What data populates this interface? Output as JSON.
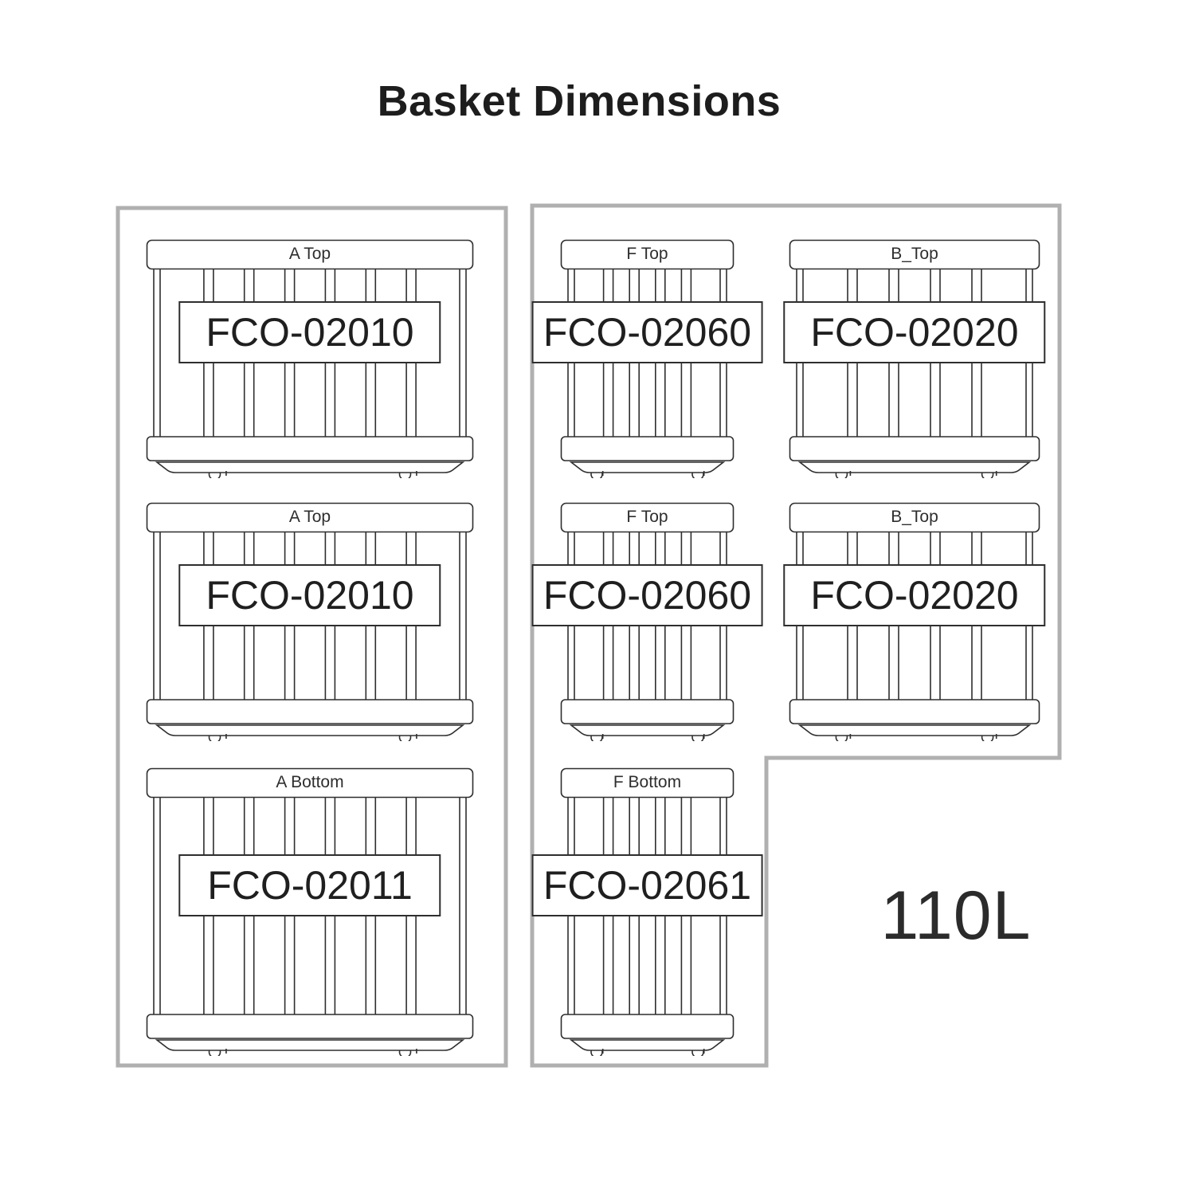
{
  "title": "Basket Dimensions",
  "capacity_label": "110L",
  "colors": {
    "outline": "#2e2e2e",
    "panel_border": "#b0b0b0"
  },
  "baskets": [
    {
      "position_label": "A Top",
      "part_number": "FCO-02010"
    },
    {
      "position_label": "A Top",
      "part_number": "FCO-02010"
    },
    {
      "position_label": "A Bottom",
      "part_number": "FCO-02011"
    },
    {
      "position_label": "F Top",
      "part_number": "FCO-02060"
    },
    {
      "position_label": "F Top",
      "part_number": "FCO-02060"
    },
    {
      "position_label": "F Bottom",
      "part_number": "FCO-02061"
    },
    {
      "position_label": "B_Top",
      "part_number": "FCO-02020"
    },
    {
      "position_label": "B_Top",
      "part_number": "FCO-02020"
    }
  ]
}
